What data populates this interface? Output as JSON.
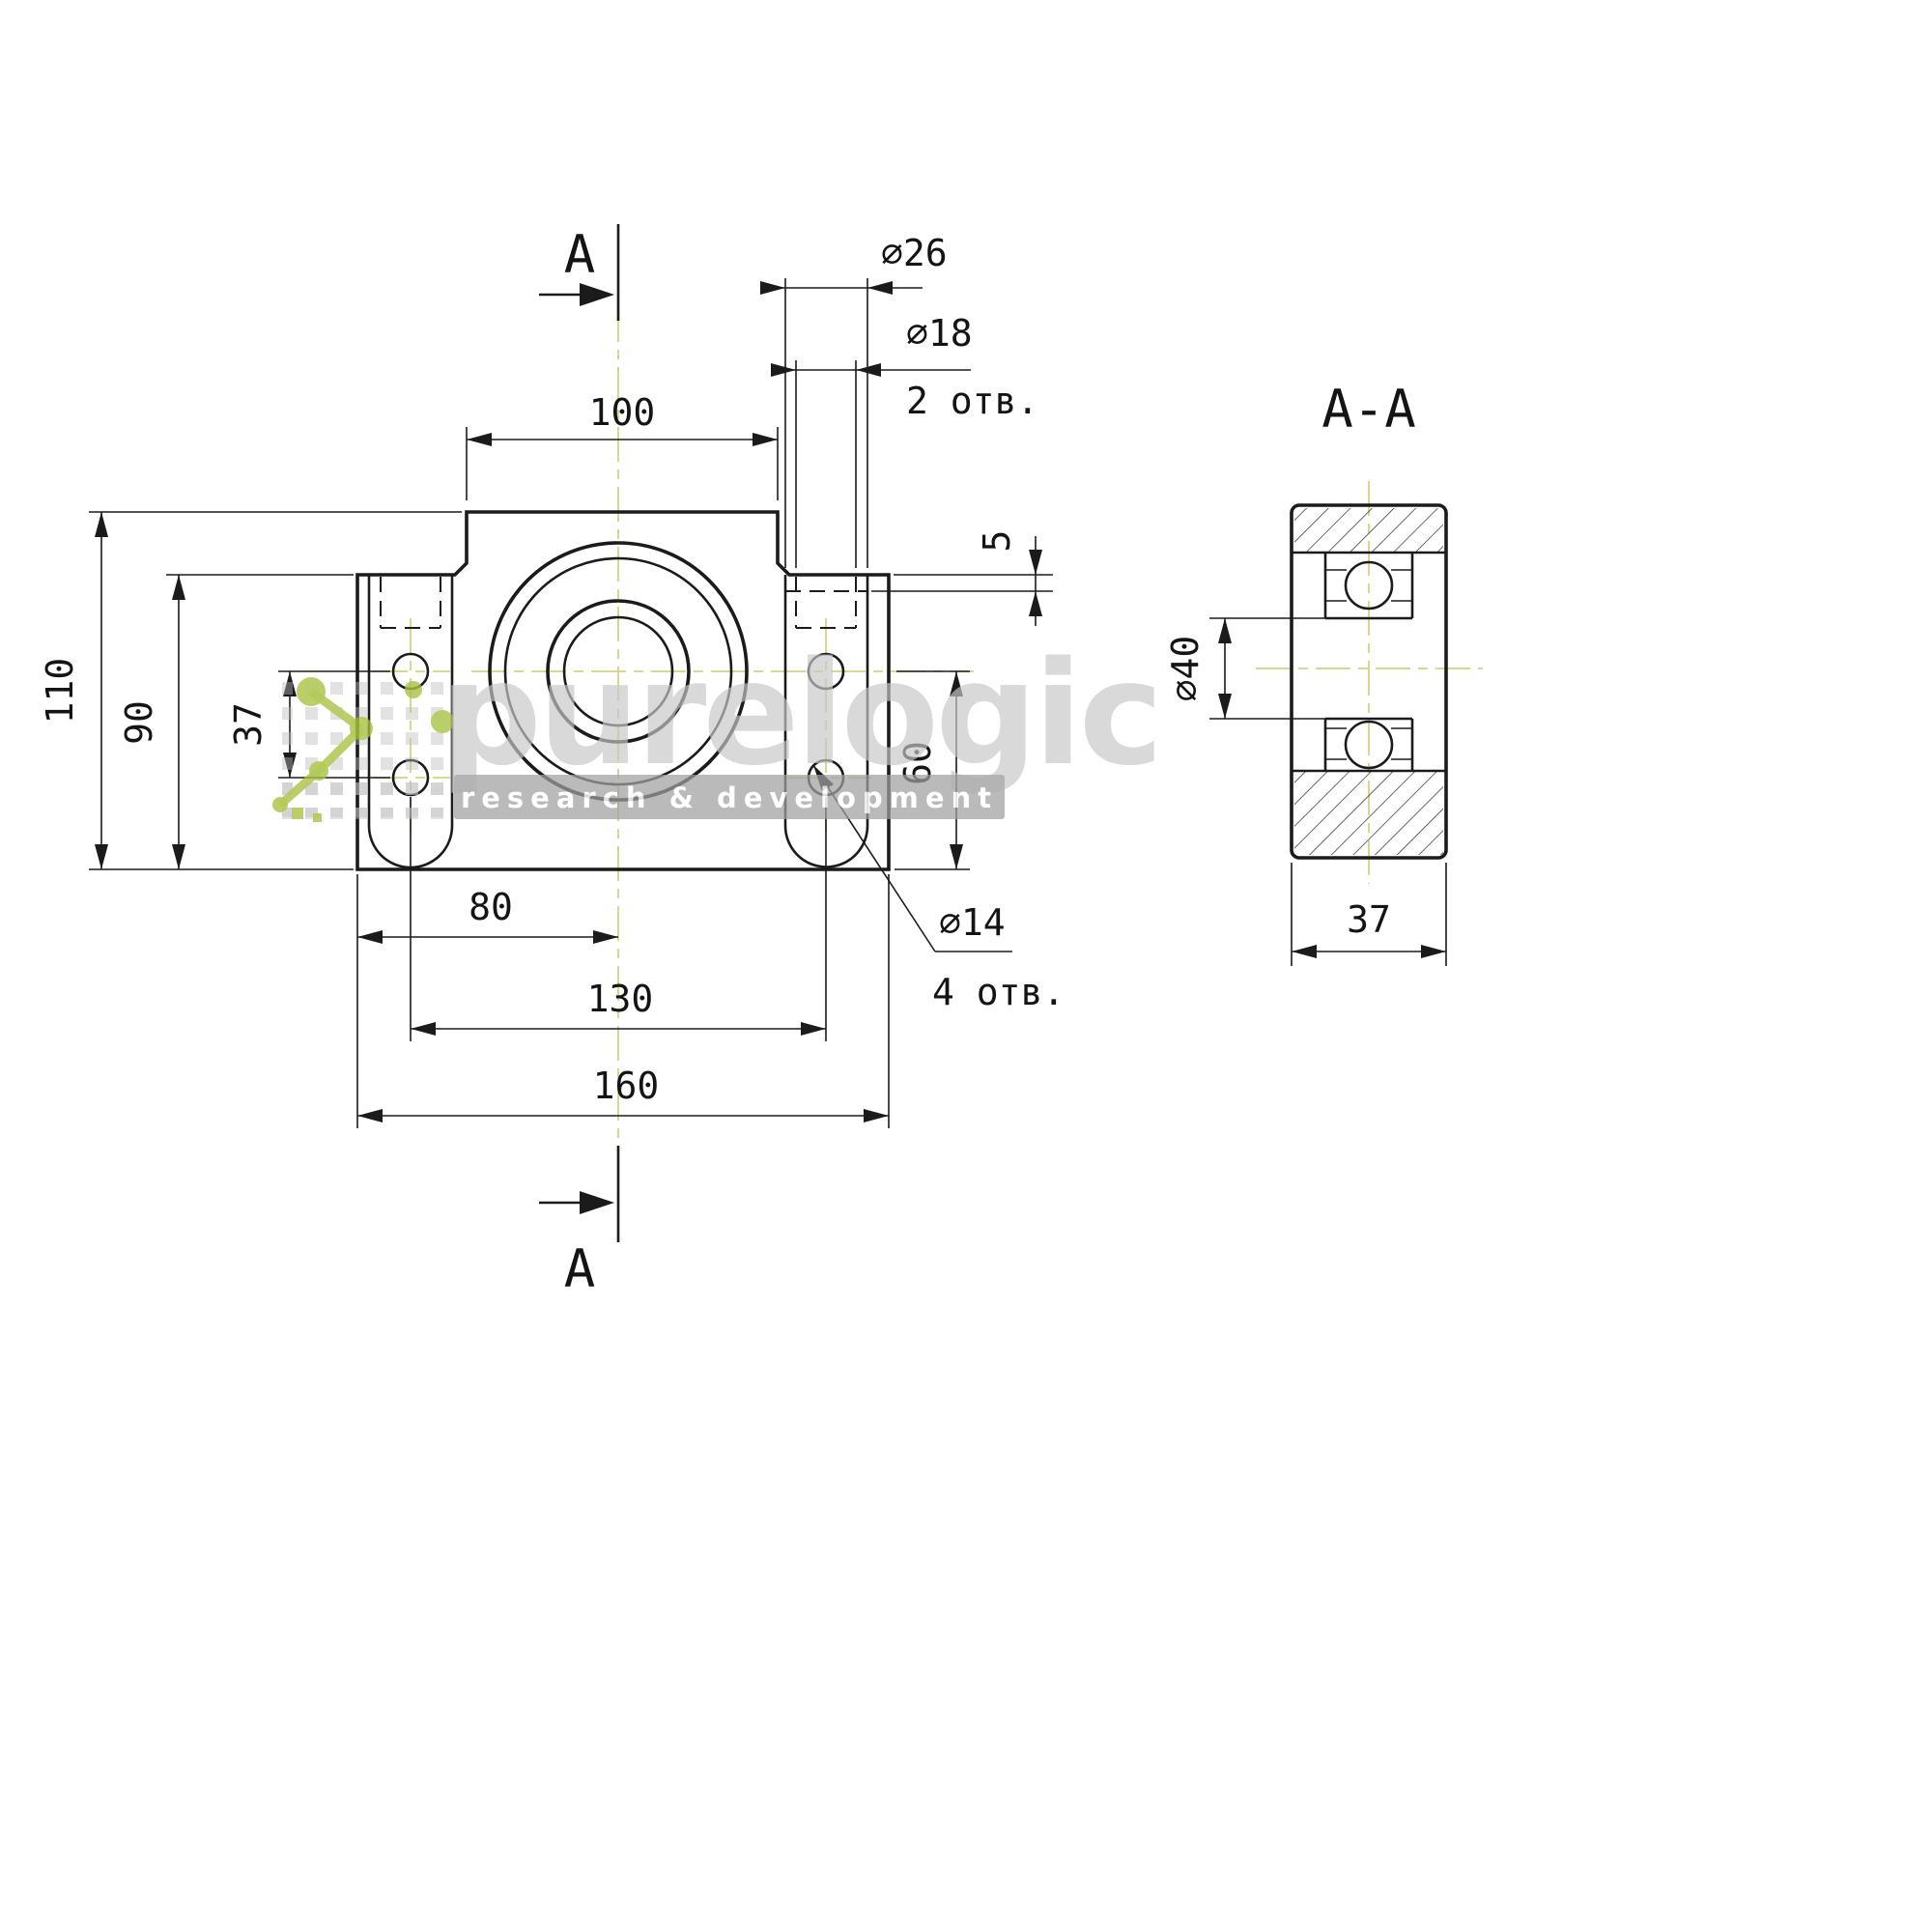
{
  "drawing": {
    "section_marker_top": "A",
    "section_marker_bottom": "A",
    "section_title": "A-A",
    "dims": {
      "w100": "100",
      "h110": "110",
      "h90": "90",
      "h37": "37",
      "w80": "80",
      "w130": "130",
      "w160": "160",
      "h60": "60",
      "d5": "5",
      "dia26": "⌀26",
      "dia18": "⌀18",
      "dia18_holes": "2 отв.",
      "dia14": "⌀14",
      "dia14_holes": "4 отв.",
      "dia40": "⌀40",
      "w37_section": "37"
    }
  },
  "watermark": {
    "brand": "purelogic",
    "tagline": "research & development"
  },
  "colors": {
    "line": "#1b1b1b",
    "centerline": "#d3d383",
    "watermark_gray": "#c7c7c7",
    "watermark_green": "#a6c13c",
    "banner_gray": "#a0a0a0"
  }
}
